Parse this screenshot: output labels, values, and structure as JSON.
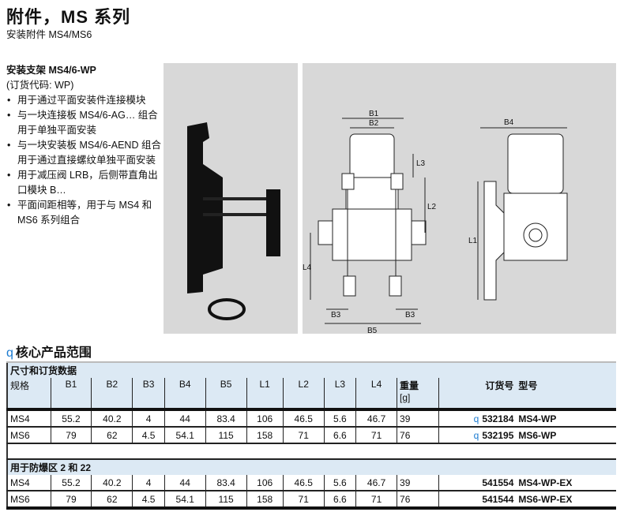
{
  "header": {
    "title": "附件，MS 系列",
    "subtitle": "安装附件 MS4/MS6"
  },
  "product": {
    "name": "安装支架 MS4/6-WP",
    "order_code": "(订货代码: WP)",
    "bullets": [
      "用于通过平面安装件连接模块",
      "与一块连接板 MS4/6-AG… 组合用于单独平面安装",
      "与一块安装板 MS4/6-AEND 组合用于通过直接螺纹单独平面安装",
      "用于减压阀 LRB，后侧带直角出口模块 B…",
      "平面间距相等，用于与 MS4 和 MS6 系列组合"
    ]
  },
  "diagram_labels": {
    "b1": "B1",
    "b2": "B2",
    "b3": "B3",
    "b4": "B4",
    "b5": "B5",
    "l1": "L1",
    "l2": "L2",
    "l3": "L3",
    "l4": "L4"
  },
  "section": {
    "icon": "q",
    "title": "核心产品范围"
  },
  "table": {
    "title": "尺寸和订货数据",
    "headers": [
      "规格",
      "B1",
      "B2",
      "B3",
      "B4",
      "B5",
      "L1",
      "L2",
      "L3",
      "L4",
      "重量",
      "订货号",
      "型号"
    ],
    "weight_unit": "[g]",
    "rows": [
      [
        "MS4",
        "55.2",
        "40.2",
        "4",
        "44",
        "83.4",
        "106",
        "46.5",
        "5.6",
        "46.7",
        "39",
        "532184",
        "MS4-WP"
      ],
      [
        "MS6",
        "79",
        "62",
        "4.5",
        "54.1",
        "115",
        "158",
        "71",
        "6.6",
        "71",
        "76",
        "532195",
        "MS6-WP"
      ]
    ],
    "ex_title": "用于防爆区 2 和 22",
    "ex_rows": [
      [
        "MS4",
        "55.2",
        "40.2",
        "4",
        "44",
        "83.4",
        "106",
        "46.5",
        "5.6",
        "46.7",
        "39",
        "541554",
        "MS4-WP-EX"
      ],
      [
        "MS6",
        "79",
        "62",
        "4.5",
        "54.1",
        "115",
        "158",
        "71",
        "6.6",
        "71",
        "76",
        "541544",
        "MS6-WP-EX"
      ]
    ],
    "order_icon": "q"
  }
}
